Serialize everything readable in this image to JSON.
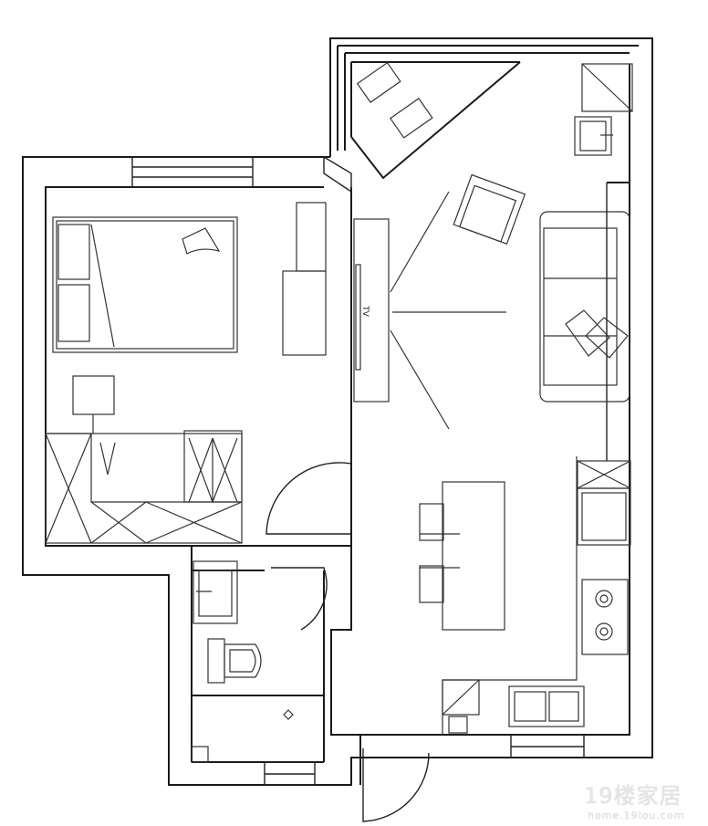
{
  "plan": {
    "tv_label": "TV",
    "watermark": {
      "brand": "19楼家居",
      "url": "home.19lou.com"
    }
  }
}
